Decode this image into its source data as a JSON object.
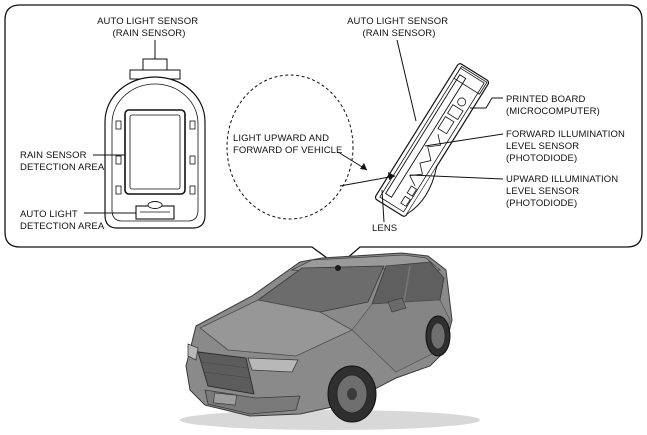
{
  "callout": {
    "sensor_front": {
      "title": [
        "AUTO LIGHT SENSOR",
        "(RAIN SENSOR)"
      ],
      "rain_area": [
        "RAIN SENSOR",
        "DETECTION AREA"
      ],
      "light_area": [
        "AUTO LIGHT",
        "DETECTION AREA"
      ]
    },
    "light_direction": [
      "LIGHT UPWARD AND",
      "FORWARD OF VEHICLE"
    ],
    "sensor_section": {
      "title": [
        "AUTO LIGHT SENSOR",
        "(RAIN SENSOR)"
      ],
      "printed_board": [
        "PRINTED BOARD",
        "(MICROCOMPUTER)"
      ],
      "forward_sensor": [
        "FORWARD ILLUMINATION",
        "LEVEL SENSOR",
        "(PHOTODIODE)"
      ],
      "upward_sensor": [
        "UPWARD ILLUMINATION",
        "LEVEL SENSOR",
        "(PHOTODIODE)"
      ],
      "lens": "LENS"
    }
  },
  "vehicle": {
    "body_color": "#8a8a8a"
  }
}
